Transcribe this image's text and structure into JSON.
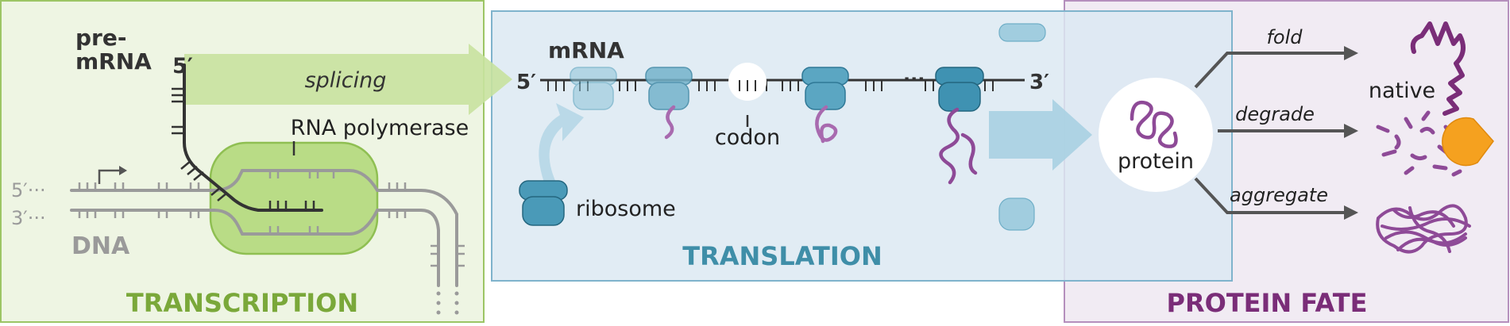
{
  "panels": {
    "transcription": {
      "title": "TRANSCRIPTION",
      "color": "#7aa83a"
    },
    "translation": {
      "title": "TRANSLATION",
      "color": "#3f8ea8"
    },
    "fate": {
      "title": "PROTEIN FATE",
      "color": "#7a2d78"
    }
  },
  "transcription": {
    "premrna_line1": "pre-",
    "premrna_line2": "mRNA",
    "five_prime_top": "5′",
    "splicing": "splicing",
    "rna_polymerase": "RNA polymerase",
    "dna_5": "5′···",
    "dna_3": "3′···",
    "dna": "DNA"
  },
  "translation": {
    "mrna": "mRNA",
    "five_prime": "5′",
    "three_prime": "3′",
    "dots": "···",
    "codon": "codon",
    "ribosome": "ribosome"
  },
  "fate": {
    "protein": "protein",
    "fold": "fold",
    "native": "native",
    "degrade": "degrade",
    "aggregate": "aggregate"
  },
  "colors": {
    "green_bg": "#eef5e3",
    "green_border": "#9cc565",
    "blue_bg": "#e1eef5",
    "blue_border": "#7fb3cc",
    "purple_bg": "#f1ebf3",
    "purple_border": "#b58fbd",
    "ribosome": "#4a9ab8",
    "protein": "#8e4a97",
    "pacman": "#f5a11f",
    "dark": "#333333",
    "gray": "#9a9a9a"
  }
}
